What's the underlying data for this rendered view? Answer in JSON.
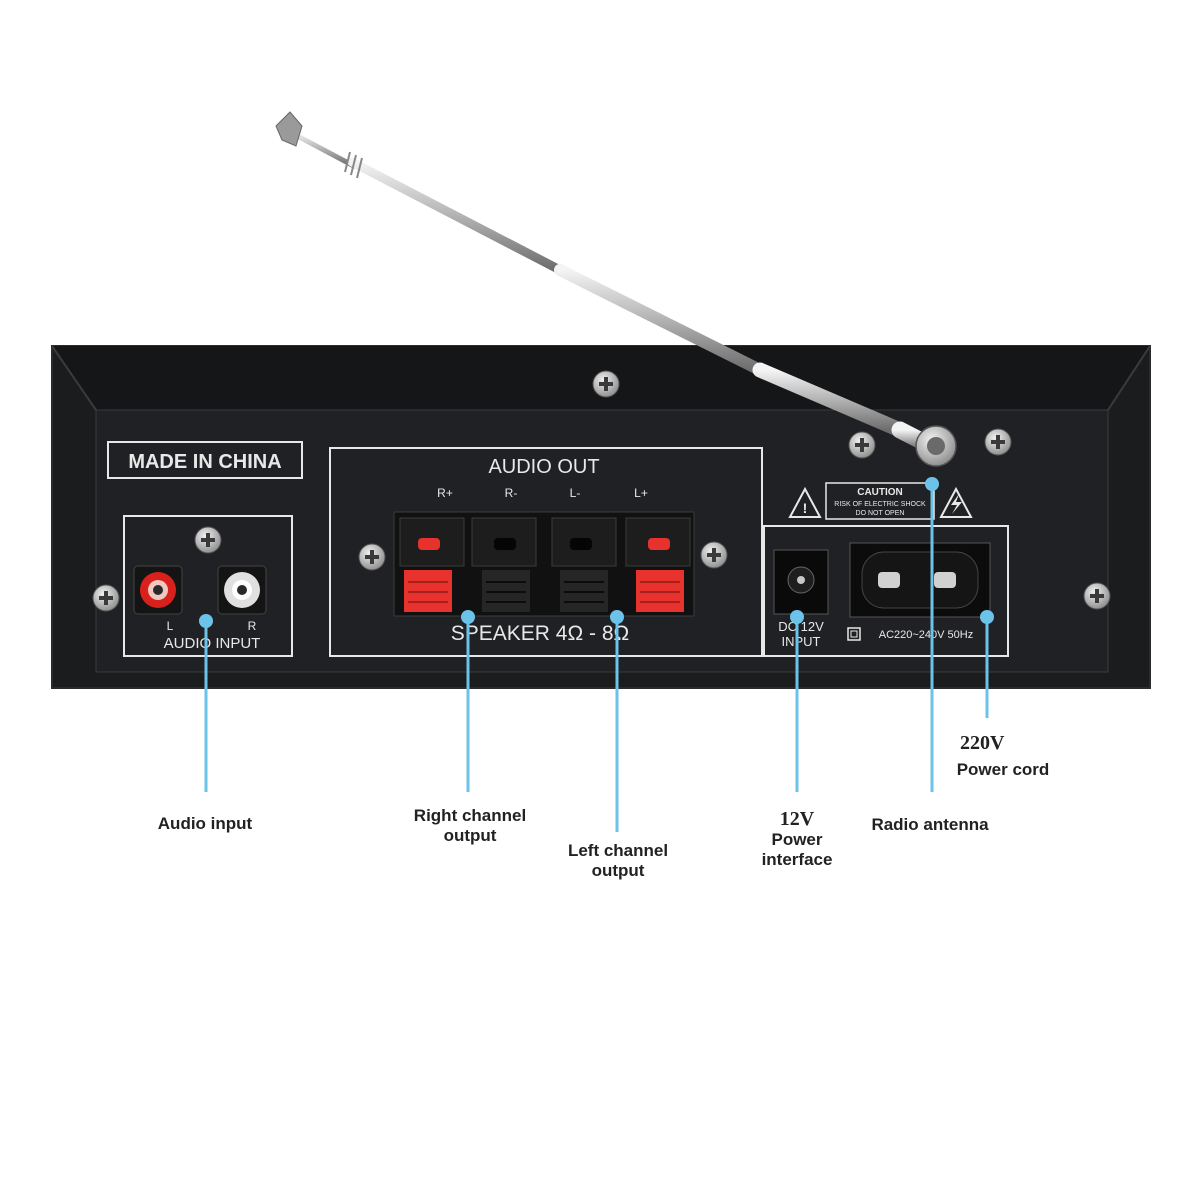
{
  "panel": {
    "made_in": "MADE IN CHINA",
    "audio_out_title": "AUDIO OUT",
    "terminals": [
      "R+",
      "R-",
      "L-",
      "L+"
    ],
    "speaker_label": "SPEAKER 4Ω - 8Ω",
    "audio_input_label": "AUDIO INPUT",
    "input_left": "L",
    "input_right": "R",
    "caution_title": "CAUTION",
    "caution_line1": "RISK OF ELECTRIC SHOCK",
    "caution_line2": "DO NOT OPEN",
    "dc_label_1": "DC 12V",
    "dc_label_2": "INPUT",
    "ac_label": "AC220~240V 50Hz"
  },
  "callouts": {
    "audio_input": "Audio input",
    "right_channel_1": "Right channel",
    "right_channel_2": "output",
    "left_channel_1": "Left channel",
    "left_channel_2": "output",
    "power_12v_value": "12V",
    "power_12v_1": "Power",
    "power_12v_2": "interface",
    "radio_antenna": "Radio antenna",
    "power_cord_value": "220V",
    "power_cord": "Power cord"
  },
  "colors": {
    "panel": "#1b1c1e",
    "panel_border": "#2a2b2e",
    "silk": "#e8e8e8",
    "leader": "#6cc3ea",
    "terminal_red": "#e8322e",
    "rca_red": "#d8201c",
    "rca_white": "#e0e0e0"
  }
}
